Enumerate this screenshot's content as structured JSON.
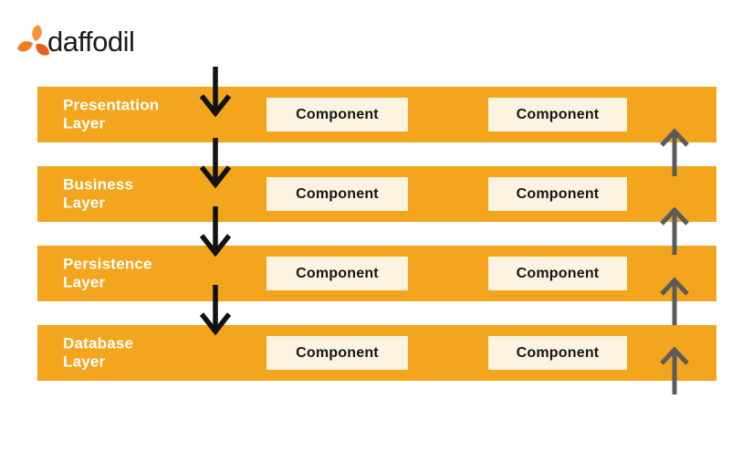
{
  "logo": {
    "brand": "daffodil"
  },
  "colors": {
    "page_bg": "#ffffff",
    "layer_bg": "#F2A51D",
    "layer_text": "#ffffff",
    "component_bg": "#FCF3E1",
    "component_text": "#161616",
    "down_arrow": "#121212",
    "up_arrow": "#5B5B5B",
    "logo_text": "#1b1b1b",
    "logo_petal_dark": "#E4611B",
    "logo_petal_mid": "#ED7D23",
    "logo_petal_light": "#F5953B"
  },
  "diagram": {
    "type": "layered-architecture",
    "layers": [
      {
        "label_line1": "Presentation",
        "label_line2": "Layer",
        "components": [
          "Component",
          "Component"
        ]
      },
      {
        "label_line1": "Business",
        "label_line2": "Layer",
        "components": [
          "Component",
          "Component"
        ]
      },
      {
        "label_line1": "Persistence",
        "label_line2": "Layer",
        "components": [
          "Component",
          "Component"
        ]
      },
      {
        "label_line1": "Database",
        "label_line2": "Layer",
        "components": [
          "Component",
          "Component"
        ]
      }
    ],
    "flow": {
      "down_arrows": 4,
      "up_arrows": 4
    }
  }
}
